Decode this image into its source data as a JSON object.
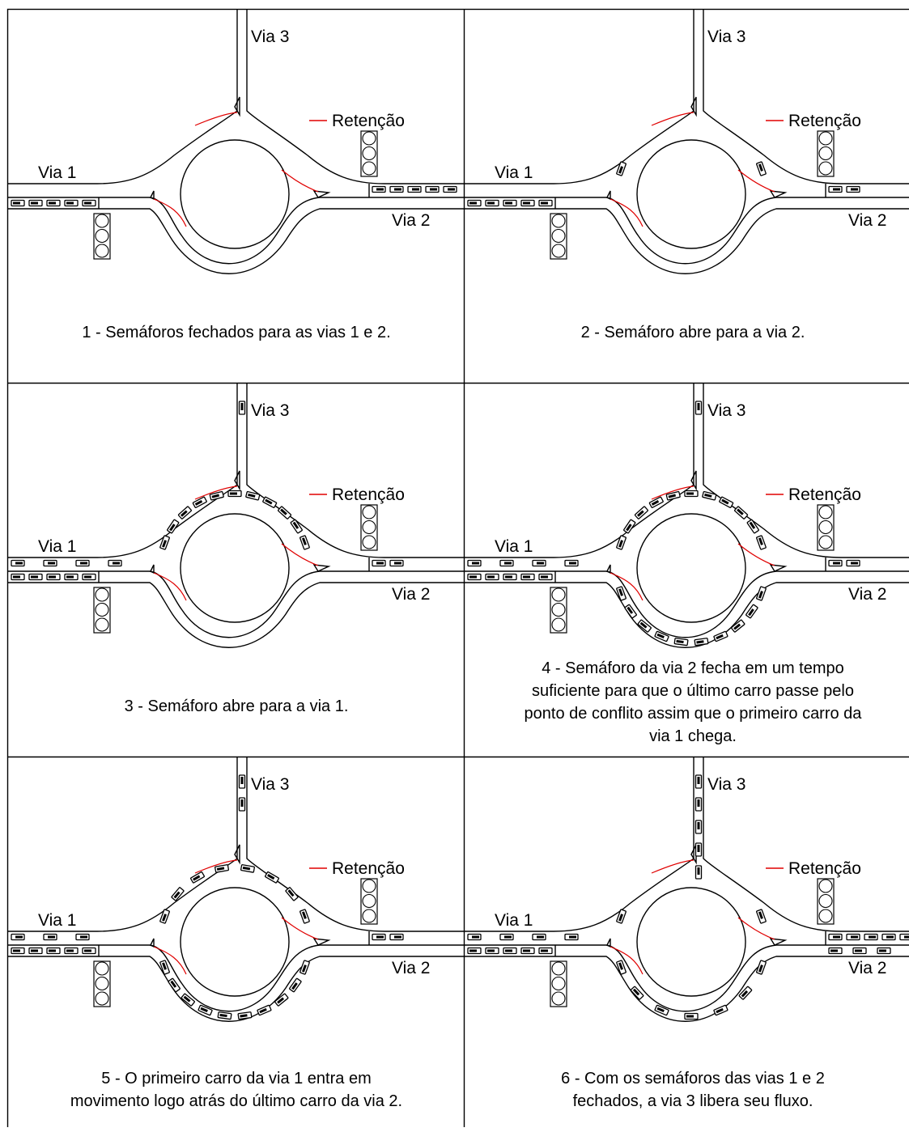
{
  "labels": {
    "via1": "Via 1",
    "via2": "Via 2",
    "via3": "Via 3",
    "retention": "Retenção"
  },
  "colors": {
    "red": "#ff1a1a",
    "green": "#22ee22",
    "retention_line": "#e00000"
  },
  "panels": [
    {
      "caption": [
        "1 - Semáforos fechados para as vias 1 e 2."
      ],
      "light_via1": "red",
      "light_via2": "red",
      "queue_via1": 5,
      "queue_via2_inbound": 5,
      "outgoing_via1": 0,
      "outgoing_via2": 0,
      "circulating_north": 0,
      "circulating_south": 0,
      "via3_outgoing": 0
    },
    {
      "caption": [
        "2 - Semáforo abre para a via 2."
      ],
      "light_via1": "red",
      "light_via2": "green",
      "queue_via1": 5,
      "queue_via2_inbound": 2,
      "outgoing_via1": 0,
      "outgoing_via2": 0,
      "circulating_north": 2,
      "circulating_south": 0,
      "via3_outgoing": 0
    },
    {
      "caption": [
        "3 - Semáforo abre para a via 1."
      ],
      "light_via1": "green",
      "light_via2": "green",
      "queue_via1": 5,
      "queue_via2_inbound": 2,
      "outgoing_via1": 4,
      "outgoing_via2": 0,
      "circulating_north": 11,
      "circulating_south": 0,
      "via3_outgoing": 1
    },
    {
      "caption": [
        "4 - Semáforo da via 2 fecha em um tempo",
        "suficiente para que o último carro passe pelo",
        "ponto de conflito assim que o primeiro carro da",
        "via 1 chega."
      ],
      "light_via1": "green",
      "light_via2": "red",
      "queue_via1": 5,
      "queue_via2_inbound": 2,
      "outgoing_via1": 4,
      "outgoing_via2": 0,
      "circulating_north": 11,
      "circulating_south": 10,
      "via3_outgoing": 1
    },
    {
      "caption": [
        "5 - O primeiro carro da via 1 entra em",
        "movimento logo atrás do último carro da via 2."
      ],
      "light_via1": "green",
      "light_via2": "red",
      "queue_via1": 5,
      "queue_via2_inbound": 2,
      "outgoing_via1": 3,
      "outgoing_via2": 0,
      "circulating_north": 8,
      "circulating_south": 10,
      "via3_outgoing": 2
    },
    {
      "caption": [
        "6 - Com os semáforos das vias 1 e 2",
        "fechados, a via 3 libera seu fluxo."
      ],
      "light_via1": "red",
      "light_via2": "red",
      "queue_via1": 5,
      "queue_via2_inbound": 5,
      "outgoing_via1": 4,
      "outgoing_via2": 3,
      "circulating_north": 2,
      "circulating_south": 7,
      "via3_outgoing": 5
    }
  ]
}
